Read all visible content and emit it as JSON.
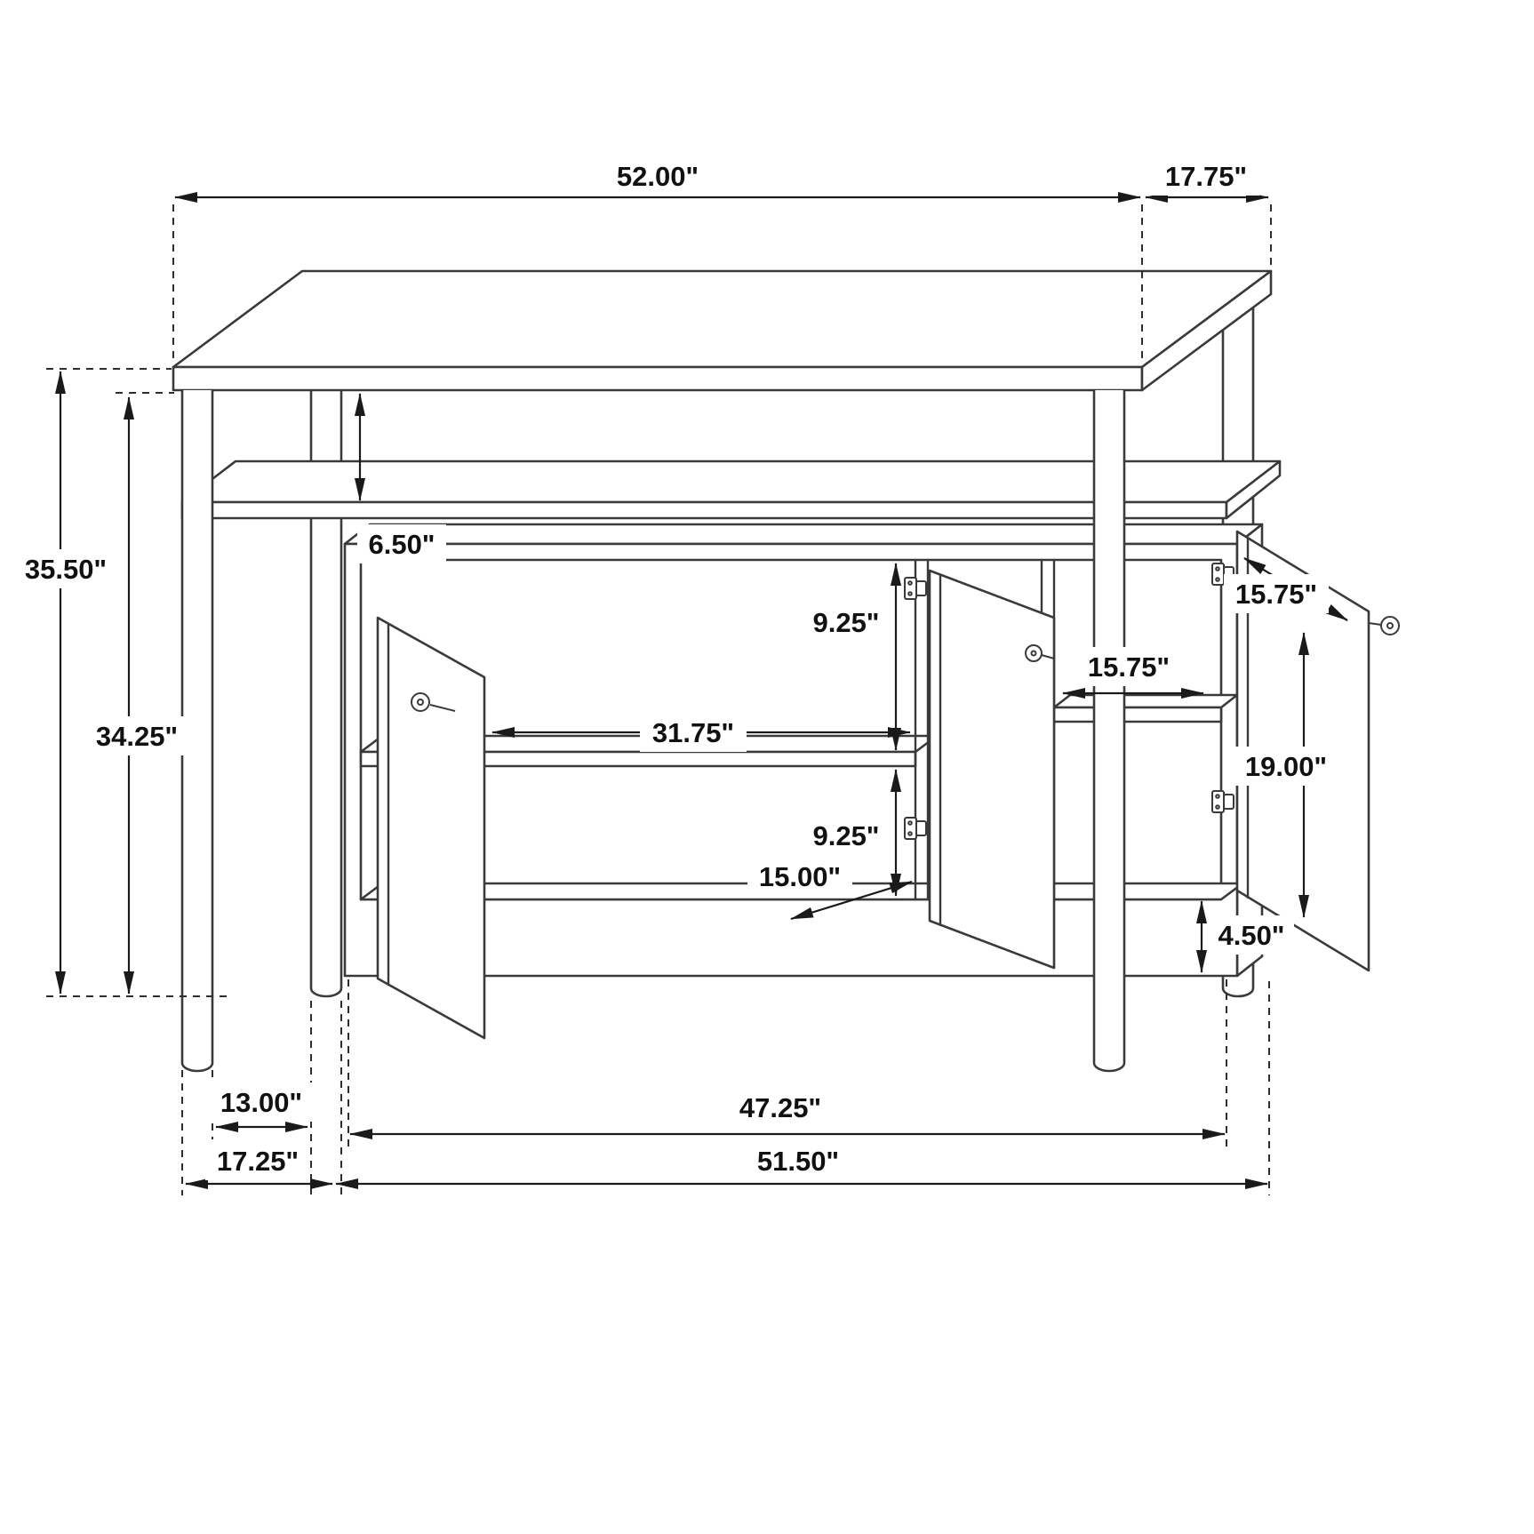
{
  "diagram": {
    "type": "furniture-dimension-drawing",
    "subject": "three-door sideboard console with open top shelf",
    "unit": "inches",
    "background": "#ffffff",
    "line_color": "#3a3a3a",
    "dimension_color": "#1a1a1a",
    "dims": {
      "top_width": "52.00\"",
      "top_depth": "17.75\"",
      "overall_height": "35.50\"",
      "body_height": "34.25\"",
      "open_shelf_clearance": "6.50\"",
      "upper_compartment_height": "9.25\"",
      "left_shelf_width": "31.75\"",
      "lower_compartment_height": "9.25\"",
      "interior_depth": "15.00\"",
      "right_shelf_width": "15.75\"",
      "right_door_width": "15.75\"",
      "right_door_height": "19.00\"",
      "base_clearance": "4.50\"",
      "leg_spacing_depth": "13.00\"",
      "interior_width": "47.25\"",
      "base_depth": "17.25\"",
      "base_width": "51.50\""
    }
  }
}
